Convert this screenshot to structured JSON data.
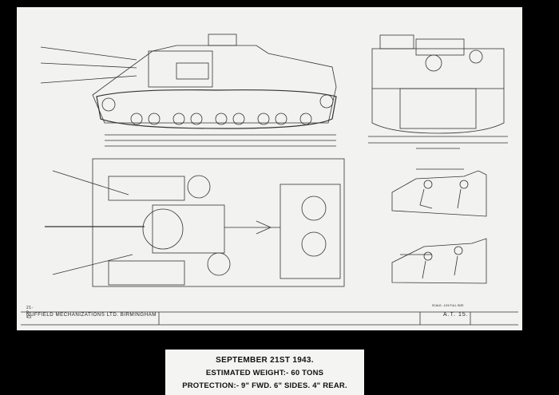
{
  "drawing": {
    "date": "21-9-43",
    "company": "NUFFIELD MECHANIZATIONS LTD. BIRMINGHAM",
    "scale": "SCALE:- 1/24 FULL SIZE",
    "number": "A.T. 15."
  },
  "caption": {
    "line1": "SEPTEMBER 21ST 1943.",
    "line2": "ESTIMATED WEIGHT:- 60 TONS",
    "line3": "PROTECTION:- 9\" FWD. 6\" SIDES. 4\" REAR."
  }
}
